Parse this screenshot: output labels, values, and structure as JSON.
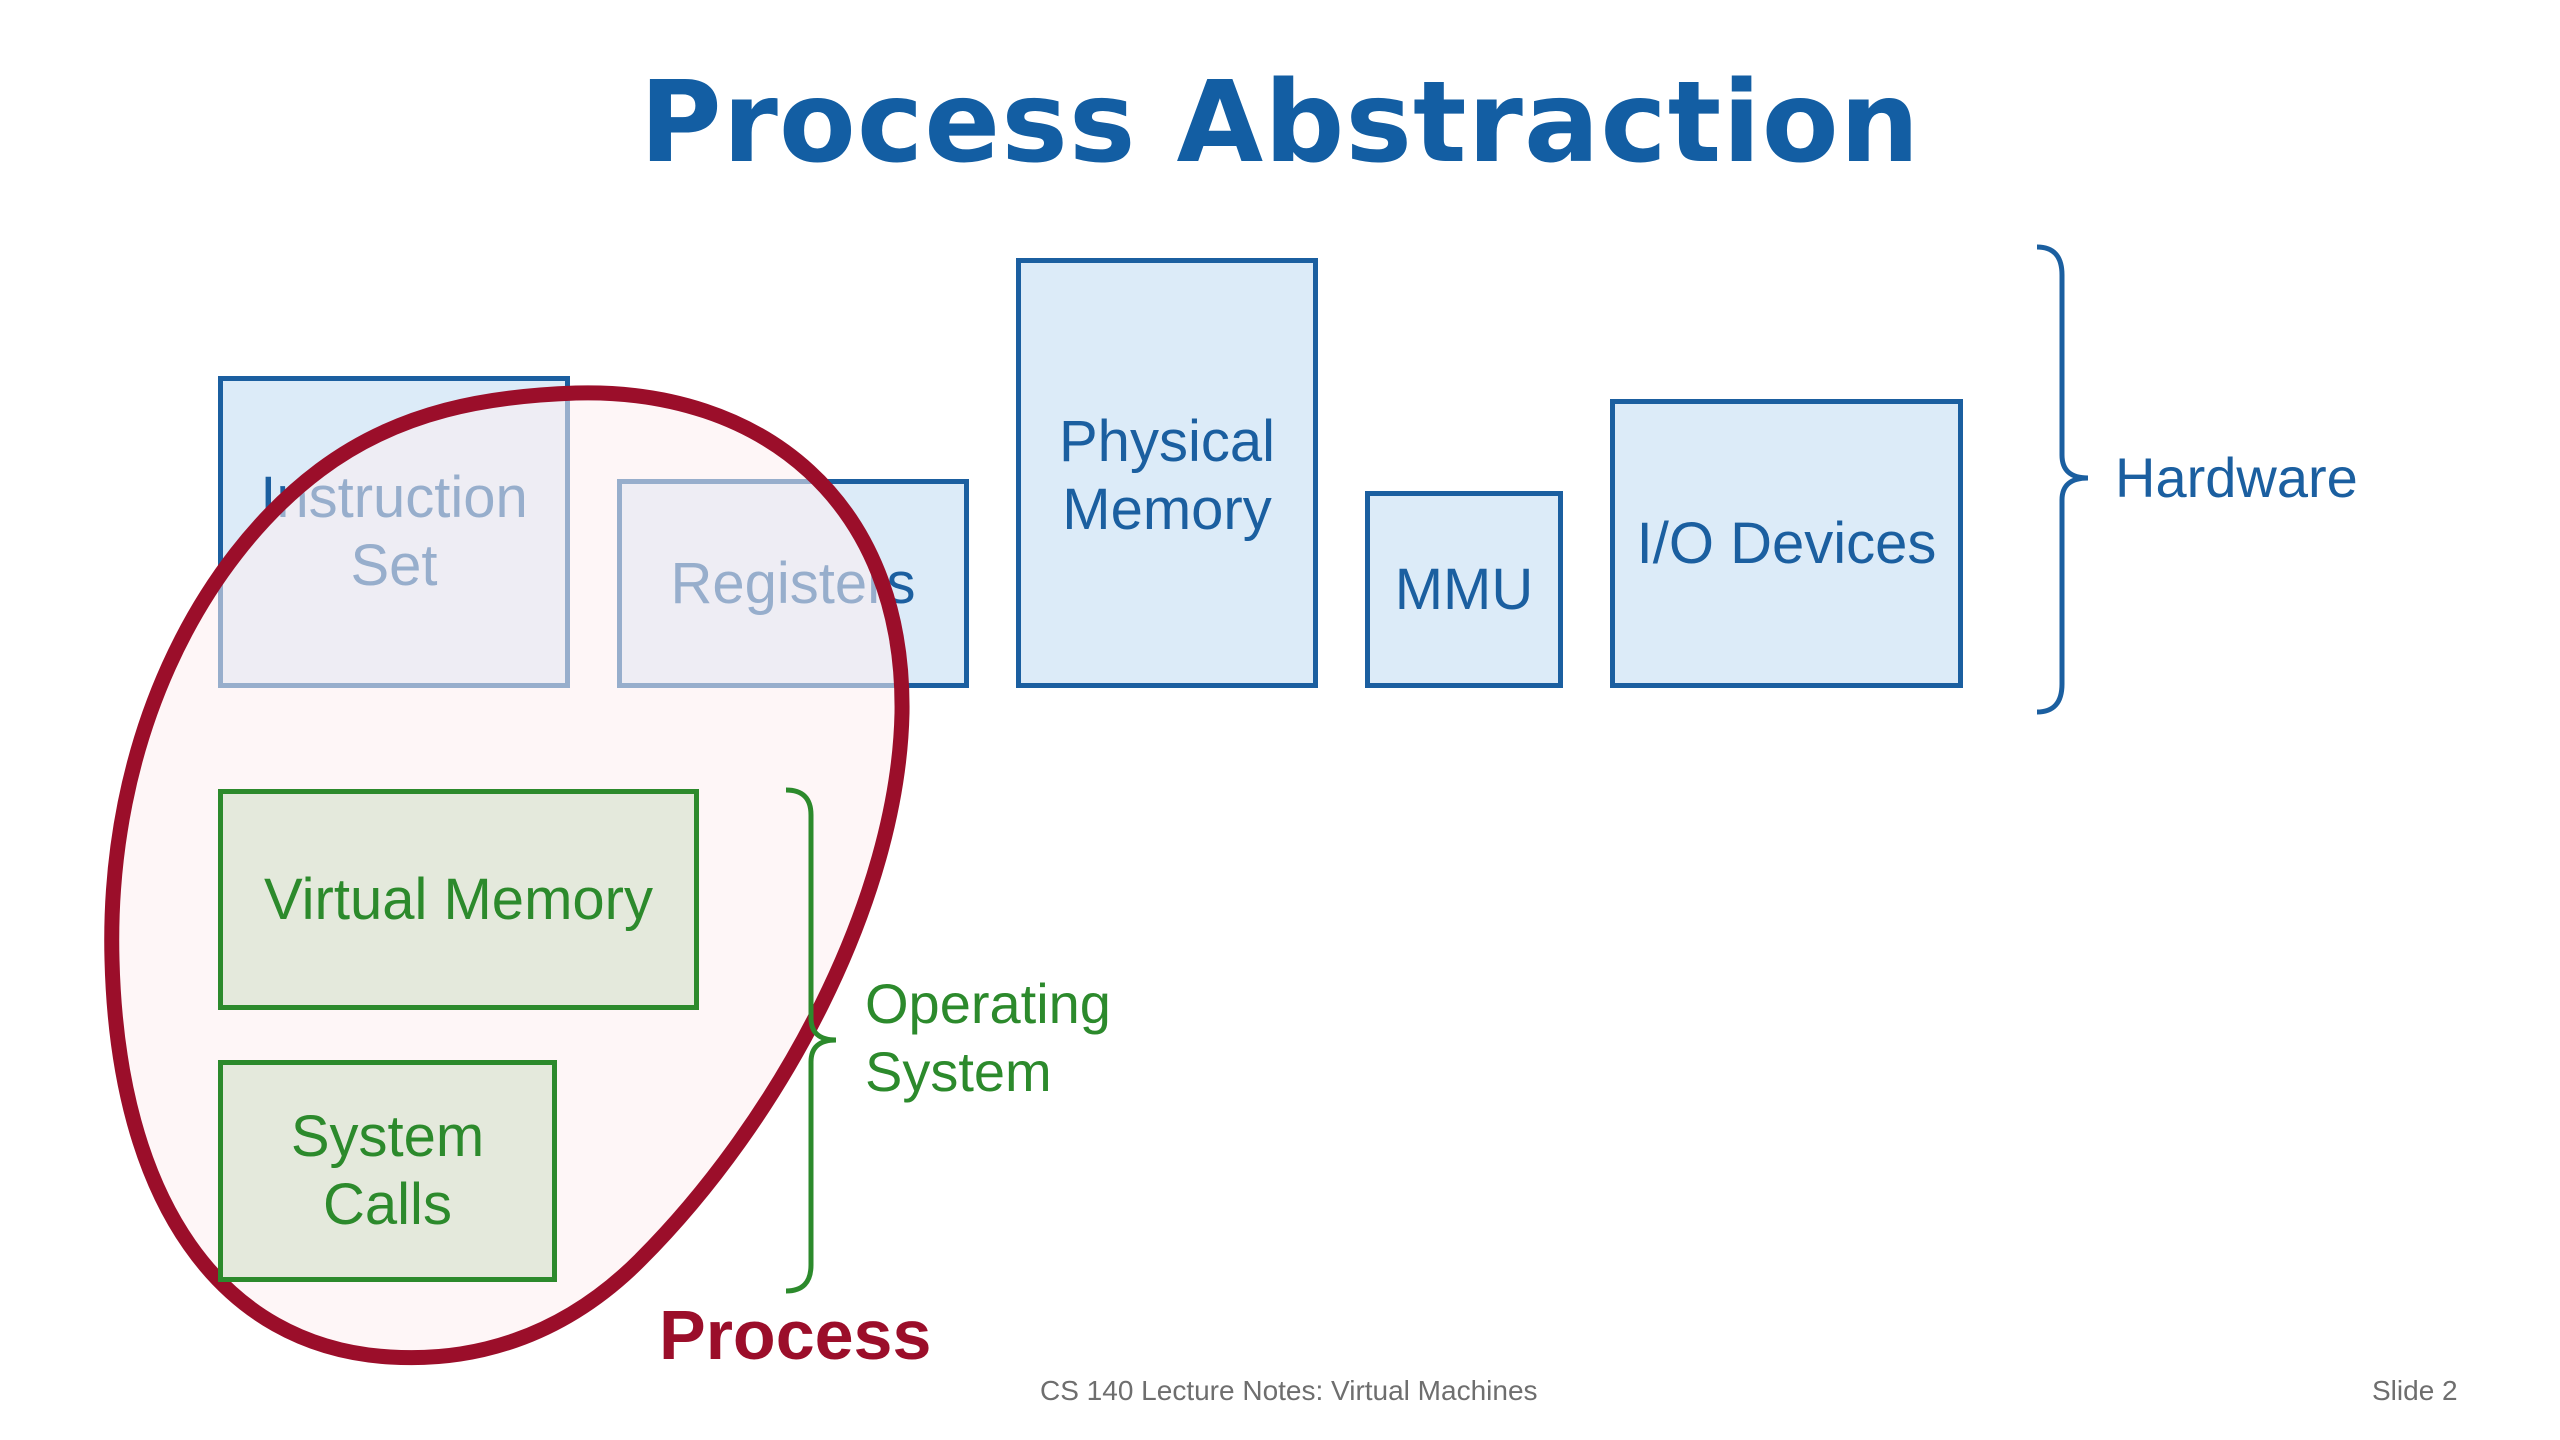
{
  "slide": {
    "title": "Process Abstraction",
    "hardware": {
      "label": "Hardware",
      "boxes": [
        {
          "id": "instruction-set",
          "lines": [
            "Instruction",
            "Set"
          ]
        },
        {
          "id": "registers",
          "lines": [
            "Registers"
          ]
        },
        {
          "id": "physical-memory",
          "lines": [
            "Physical",
            "Memory"
          ]
        },
        {
          "id": "mmu",
          "lines": [
            "MMU"
          ]
        },
        {
          "id": "io-devices",
          "lines": [
            "I/O Devices"
          ]
        }
      ]
    },
    "operating_system": {
      "label_lines": [
        "Operating",
        "System"
      ],
      "boxes": [
        {
          "id": "virtual-memory",
          "lines": [
            "Virtual Memory"
          ]
        },
        {
          "id": "system-calls",
          "lines": [
            "System",
            "Calls"
          ]
        }
      ]
    },
    "process_label": "Process",
    "footer": {
      "course": "CS 140 Lecture Notes: Virtual Machines",
      "slide_number": "Slide 2"
    }
  },
  "colors": {
    "title": "#135ea3",
    "hardware_border": "#1b5fa0",
    "hardware_fill": "#dcebf8",
    "os_border": "#2c8a2c",
    "os_fill": "#e4e9dc",
    "process_outline": "#9b0e2a",
    "process_fill": "#fdeef1"
  }
}
